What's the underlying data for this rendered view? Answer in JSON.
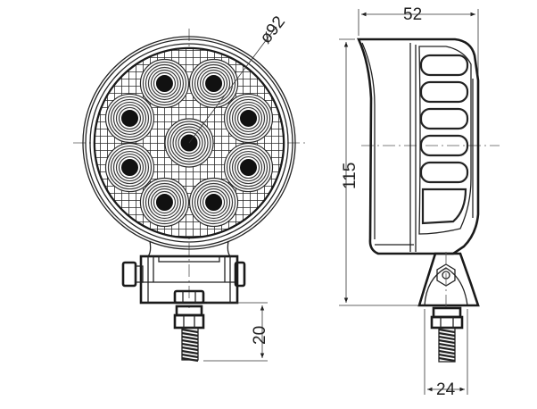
{
  "dimensions": {
    "diameter": "ø92",
    "width": "52",
    "height": "115",
    "stem_length": "20",
    "bracket_width": "24"
  },
  "colors": {
    "line": "#222222",
    "background": "#ffffff"
  },
  "front_view": {
    "led_count": 9
  }
}
